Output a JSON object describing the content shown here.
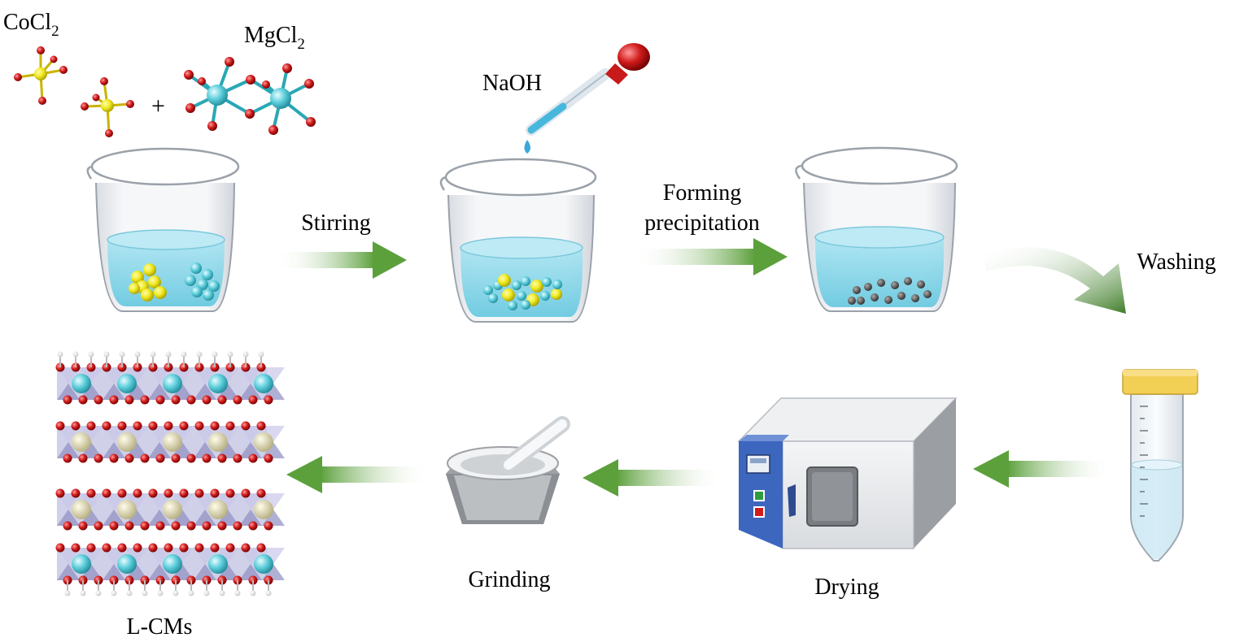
{
  "labels": {
    "cocl2": "CoCl",
    "mgcl2": "MgCl",
    "subscript_2": "2",
    "plus": "+",
    "naoh": "NaOH",
    "stirring": "Stirring",
    "forming_line1": "Forming",
    "forming_line2": "precipitation",
    "washing": "Washing",
    "drying": "Drying",
    "grinding": "Grinding",
    "product": "L-CMs"
  },
  "colors": {
    "cobalt_atom": "#e6e21c",
    "magnesium_atom": "#53c9d6",
    "oxygen_atom": "#cc1a1a",
    "liquid": "#8fd9ec",
    "arrow_green": "#5ca03c",
    "oven_blue": "#3d66bf",
    "tube_cap": "#f2cf55"
  }
}
